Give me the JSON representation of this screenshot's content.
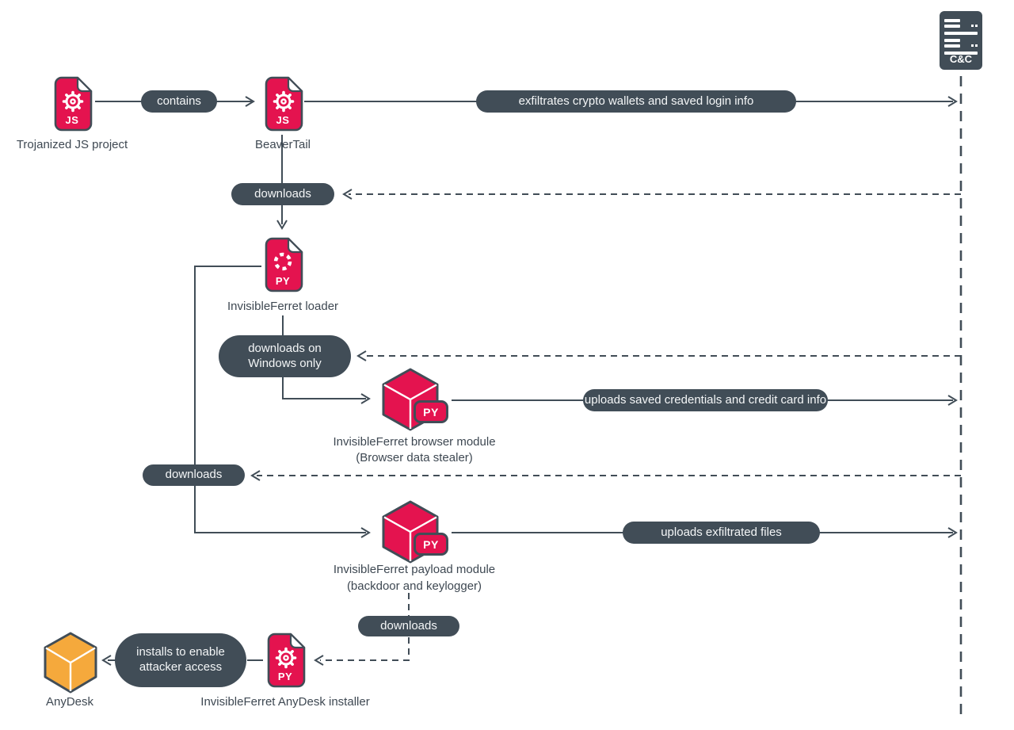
{
  "colors": {
    "accent_pink": "#e4134f",
    "slate_dark": "#414d57",
    "orange": "#f5a93c",
    "background": "#ffffff"
  },
  "nodes": {
    "trojanized_js": {
      "label": "Trojanized JS project",
      "file_type": "JS"
    },
    "beavertail": {
      "label": "BeaverTail",
      "file_type": "JS"
    },
    "invisibleferret_loader": {
      "label": "InvisibleFerret loader",
      "file_type": "PY"
    },
    "browser_module": {
      "label": "InvisibleFerret browser module",
      "sublabel": "(Browser data stealer)",
      "file_type": "PY"
    },
    "payload_module": {
      "label": "InvisibleFerret payload module",
      "sublabel": "(backdoor and keylogger)",
      "file_type": "PY"
    },
    "anydesk_installer": {
      "label": "InvisibleFerret AnyDesk installer",
      "file_type": "PY"
    },
    "anydesk": {
      "label": "AnyDesk"
    },
    "cnc_server": {
      "label": "C&C"
    }
  },
  "edges": {
    "contains": {
      "label": "contains",
      "style": "solid"
    },
    "exfiltrates": {
      "label": "exfiltrates crypto wallets and saved login info",
      "style": "solid"
    },
    "downloads_beavertail": {
      "label": "downloads",
      "style": "dashed-from-cnc"
    },
    "downloads_windows": {
      "label_line1": "downloads on",
      "label_line2": "Windows only",
      "style": "dashed-from-cnc"
    },
    "downloads_payload": {
      "label": "downloads",
      "style": "dashed-from-cnc"
    },
    "uploads_credentials": {
      "label": "uploads saved credentials and credit card info",
      "style": "solid"
    },
    "uploads_files": {
      "label": "uploads exfiltrated files",
      "style": "solid"
    },
    "downloads_anydesk": {
      "label": "downloads",
      "style": "dashed"
    },
    "installs": {
      "label_line1": "installs to enable",
      "label_line2": "attacker access",
      "style": "solid"
    }
  }
}
